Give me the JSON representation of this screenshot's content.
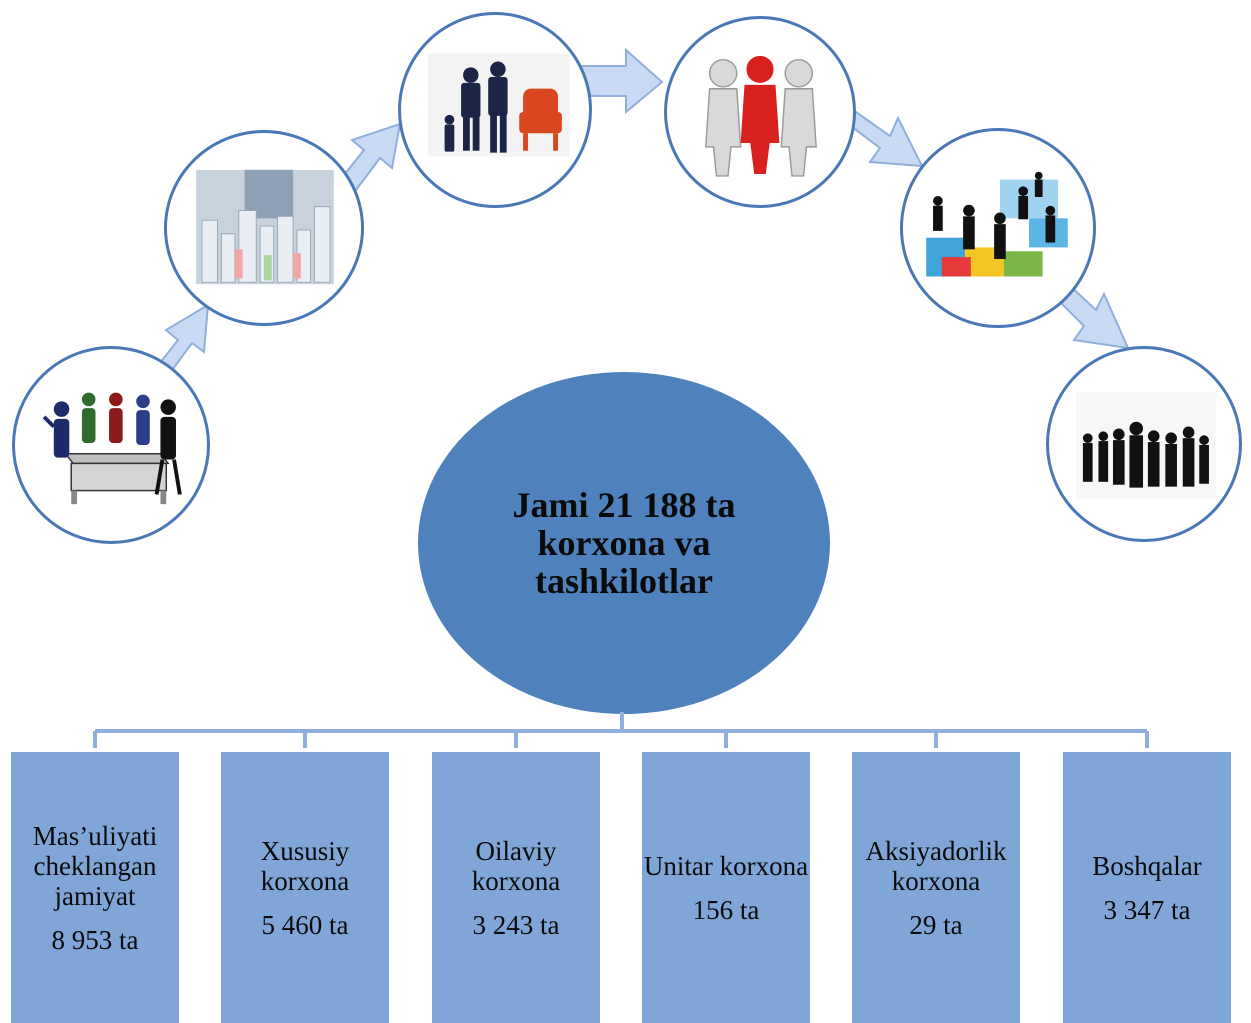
{
  "center": {
    "title": "Jami 21 188 ta korxona va tashkilotlar"
  },
  "colors": {
    "circle_border": "#4a78b6",
    "center_fill": "#4f81bd",
    "box_fill": "#7fa6d6",
    "arrow_fill": "#c9daf4",
    "arrow_stroke": "#8fb0dc"
  },
  "stages": [
    {
      "icon": "meeting-table-icon"
    },
    {
      "icon": "business-city-icon"
    },
    {
      "icon": "family-business-icon"
    },
    {
      "icon": "partnership-figures-icon"
    },
    {
      "icon": "puzzle-team-icon"
    },
    {
      "icon": "crowd-silhouette-icon"
    }
  ],
  "categories": [
    {
      "label": "Mas’uliyati cheklangan jamiyat",
      "value": "8 953 ta"
    },
    {
      "label": "Xususiy korxona",
      "value": "5 460 ta"
    },
    {
      "label": "Oilaviy korxona",
      "value": "3 243 ta"
    },
    {
      "label": "Unitar korxona",
      "value": "156 ta"
    },
    {
      "label": "Aksiyadorlik korxona",
      "value": "29 ta"
    },
    {
      "label": "Boshqalar",
      "value": "3 347 ta"
    }
  ]
}
